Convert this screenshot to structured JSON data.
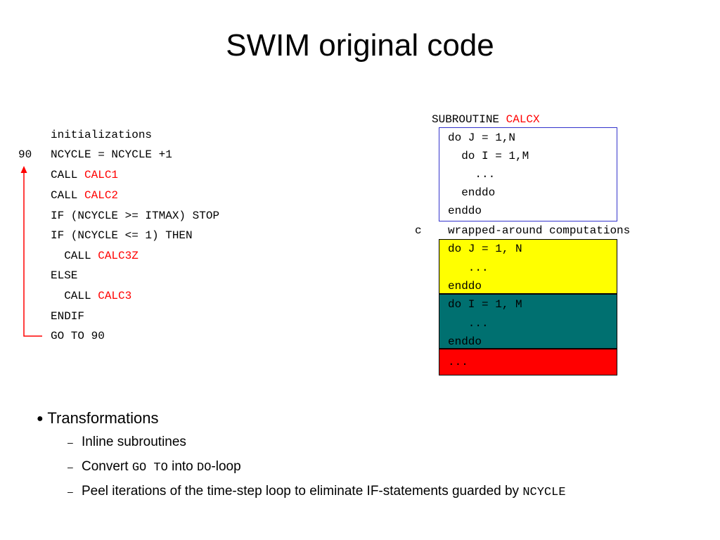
{
  "title": "SWIM original code",
  "left_code": {
    "label_90": "90",
    "lines": [
      "initializations",
      "NCYCLE = NCYCLE +1",
      "CALL ",
      "CALL ",
      "IF (NCYCLE >= ITMAX) STOP",
      "IF (NCYCLE <= 1) THEN",
      "  CALL ",
      "ELSE",
      "  CALL ",
      "ENDIF",
      "GO TO 90"
    ],
    "calls": {
      "calc1": "CALC1",
      "calc2": "CALC2",
      "calc3z": "CALC3Z",
      "calc3": "CALC3"
    }
  },
  "right_code": {
    "subroutine_kw": "SUBROUTINE ",
    "subroutine_name": "CALCX",
    "blue_box": [
      "do J = 1,N",
      "  do I = 1,M",
      "    ...",
      "  enddo",
      "enddo"
    ],
    "comment_c": "c",
    "comment_text": "wrapped-around computations",
    "yellow_box": [
      "do J = 1, N",
      "   ...",
      "enddo"
    ],
    "teal_box": [
      "do I = 1, M",
      "   ...",
      "enddo"
    ],
    "red_box": [
      "..."
    ]
  },
  "bullets": {
    "main_marker": "●",
    "main": "Transformations",
    "dash": "–",
    "sub1": "Inline subroutines",
    "sub2_a": "Convert ",
    "sub2_code1": "GO TO",
    "sub2_b": " into ",
    "sub2_code2": "DO",
    "sub2_c": "-loop",
    "sub3_a": "Peel iterations of the time-step loop to eliminate IF-statements guarded by ",
    "sub3_code": "NCYCLE"
  },
  "colors": {
    "accent_red": "#ff0000",
    "box_blue": "#3333cc",
    "yellow": "#ffff00",
    "teal": "#007070",
    "red_fill": "#ff0000"
  }
}
